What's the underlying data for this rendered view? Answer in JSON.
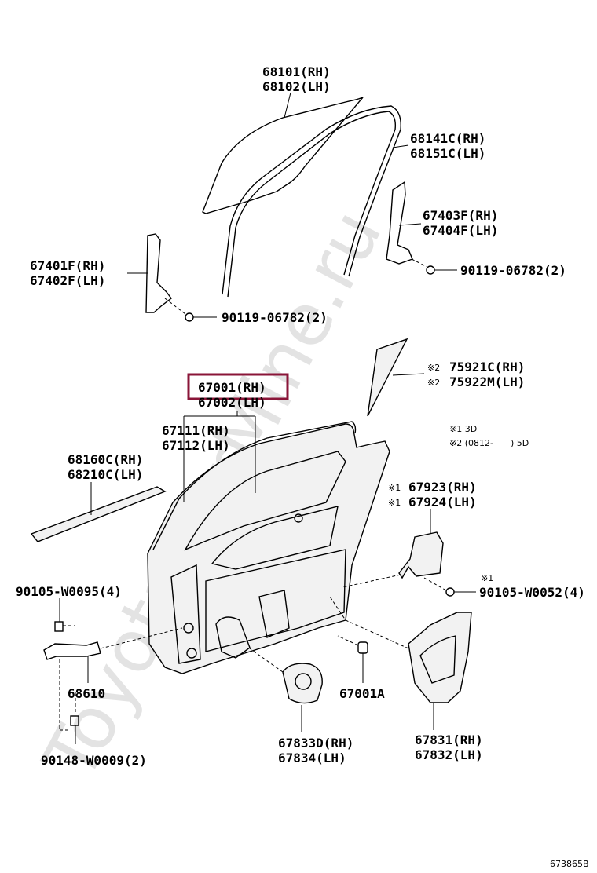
{
  "watermark": "ToyotaCarMine.ru",
  "highlight_color": "#8a1538",
  "parts": {
    "glass": [
      "68101(RH)",
      "68102(LH)"
    ],
    "run_channel": [
      "68141C(RH)",
      "68151C(LH)"
    ],
    "rear_sash": [
      "67403F(RH)",
      "67404F(LH)"
    ],
    "rear_sash_bolt": "90119-06782(2)",
    "front_sash": [
      "67401F(RH)",
      "67402F(LH)"
    ],
    "front_sash_bolt": "90119-06782(2)",
    "tape_prefix": "※2",
    "tape": [
      "75921C(RH)",
      "75922M(LH)"
    ],
    "door_panel": [
      "67001(RH)",
      "67002(LH)"
    ],
    "weatherstrip": [
      "67111(RH)",
      "67112(LH)"
    ],
    "note1": "※1 3D",
    "note2": "※2 (0812-　　) 5D",
    "belt_moulding": [
      "68160C(RH)",
      "68210C(LH)"
    ],
    "protector_prefix": "※1",
    "protector": [
      "67923(RH)",
      "67924(LH)"
    ],
    "protector_bolt_prefix": "※1",
    "protector_bolt": "90105-W0052(4)",
    "check_bolt": "90105-W0095(4)",
    "check": "68610",
    "check_screw": "90148-W0009(2)",
    "hole_cover_small": [
      "67833D(RH)",
      "67834(LH)"
    ],
    "bumper": "67001A",
    "hole_cover_large": [
      "67831(RH)",
      "67832(LH)"
    ],
    "drawing_number": "673865B"
  }
}
